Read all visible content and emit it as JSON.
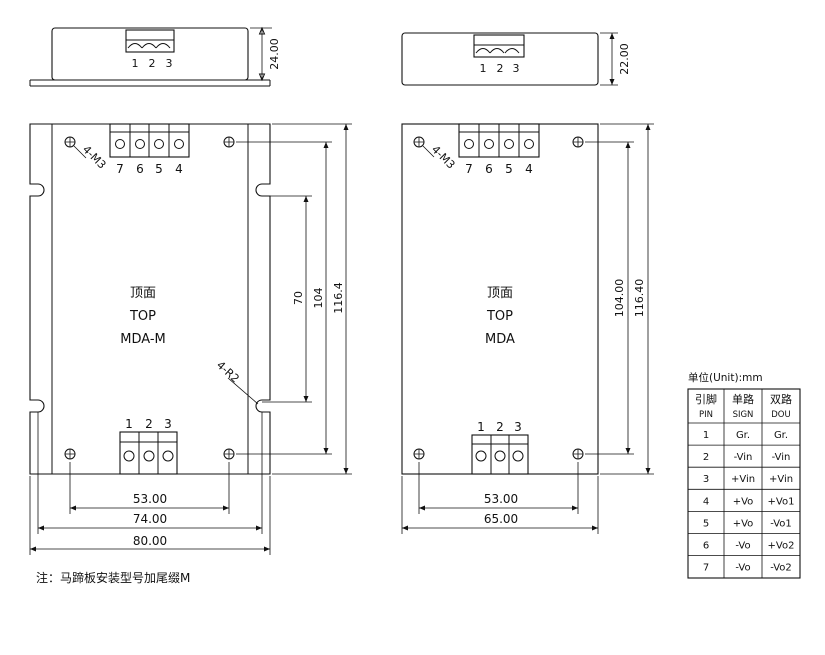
{
  "left_view": {
    "top_pins": [
      "1",
      "2",
      "3"
    ],
    "height_dim": "24.00",
    "face_label": "顶面",
    "top_label": "TOP",
    "model": "MDA-M",
    "mount_hole_label": "4-M3",
    "slot_label": "4-R2",
    "connector_top_pins": [
      "7",
      "6",
      "5",
      "4"
    ],
    "connector_bottom_pins": [
      "1",
      "2",
      "3"
    ],
    "dim_70": "70",
    "dim_104": "104",
    "dim_116": "116.4",
    "dim_53": "53.00",
    "dim_74": "74.00",
    "dim_80": "80.00"
  },
  "right_view": {
    "top_pins": [
      "1",
      "2",
      "3"
    ],
    "height_dim": "22.00",
    "face_label": "顶面",
    "top_label": "TOP",
    "model": "MDA",
    "mount_hole_label": "4-M3",
    "connector_top_pins": [
      "7",
      "6",
      "5",
      "4"
    ],
    "connector_bottom_pins": [
      "1",
      "2",
      "3"
    ],
    "dim_104": "104.00",
    "dim_116": "116.40",
    "dim_53": "53.00",
    "dim_65": "65.00"
  },
  "note": "注：马蹄板安装型号加尾缀M",
  "pin_table": {
    "unit": "单位(Unit):mm",
    "headers": [
      {
        "cn": "引脚",
        "en": "PIN"
      },
      {
        "cn": "单路",
        "en": "SIGN"
      },
      {
        "cn": "双路",
        "en": "DOU"
      }
    ],
    "rows": [
      [
        "1",
        "Gr.",
        "Gr."
      ],
      [
        "2",
        "-Vin",
        "-Vin"
      ],
      [
        "3",
        "+Vin",
        "+Vin"
      ],
      [
        "4",
        "+Vo",
        "+Vo1"
      ],
      [
        "5",
        "+Vo",
        "-Vo1"
      ],
      [
        "6",
        "-Vo",
        "+Vo2"
      ],
      [
        "7",
        "-Vo",
        "-Vo2"
      ]
    ]
  }
}
